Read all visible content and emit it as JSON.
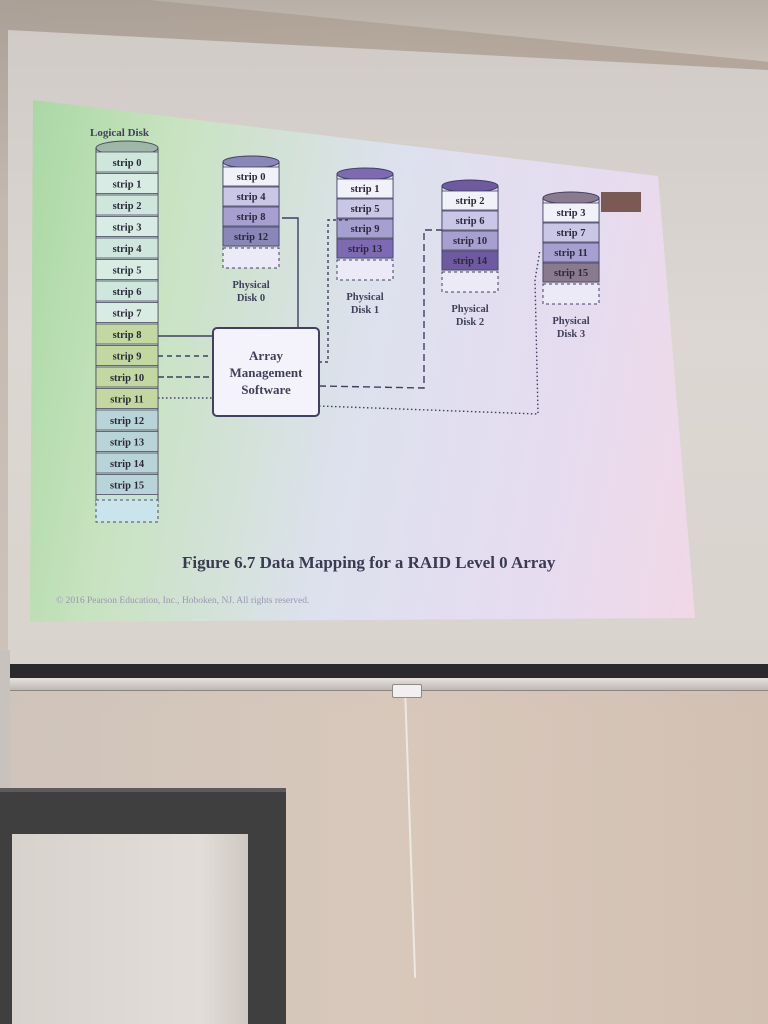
{
  "slide": {
    "logical_disk_label": "Logical Disk",
    "logical_strips": [
      "strip 0",
      "strip 1",
      "strip 2",
      "strip 3",
      "strip 4",
      "strip 5",
      "strip 6",
      "strip 7",
      "strip 8",
      "strip 9",
      "strip 10",
      "strip 11",
      "strip 12",
      "strip 13",
      "strip 14",
      "strip 15"
    ],
    "physical_disks": [
      {
        "label_line1": "Physical",
        "label_line2": "Disk 0",
        "strips": [
          "strip 0",
          "strip 4",
          "strip 8",
          "strip 12"
        ]
      },
      {
        "label_line1": "Physical",
        "label_line2": "Disk 1",
        "strips": [
          "strip 1",
          "strip 5",
          "strip 9",
          "strip 13"
        ]
      },
      {
        "label_line1": "Physical",
        "label_line2": "Disk 2",
        "strips": [
          "strip 2",
          "strip 6",
          "strip 10",
          "strip 14"
        ]
      },
      {
        "label_line1": "Physical",
        "label_line2": "Disk 3",
        "strips": [
          "strip 3",
          "strip 7",
          "strip 11",
          "strip 15"
        ]
      }
    ],
    "software_box": {
      "line1": "Array",
      "line2": "Management",
      "line3": "Software"
    },
    "caption": "Figure 6.7 Data Mapping for a RAID Level 0 Array",
    "copyright": "© 2016 Pearson Education, Inc., Hoboken, NJ. All rights reserved."
  },
  "colors": {
    "logical_strip_fill": "#cfe6dd",
    "logical_strip_shade": "#9fbfa9",
    "highlight_strip": "#c2d8a0",
    "disk0_accent": "#8a86b8",
    "disk1_accent": "#7d6ab2",
    "disk2_accent": "#6e5aa0",
    "disk3_accent": "#8a7a8e",
    "box_border": "#404062"
  }
}
